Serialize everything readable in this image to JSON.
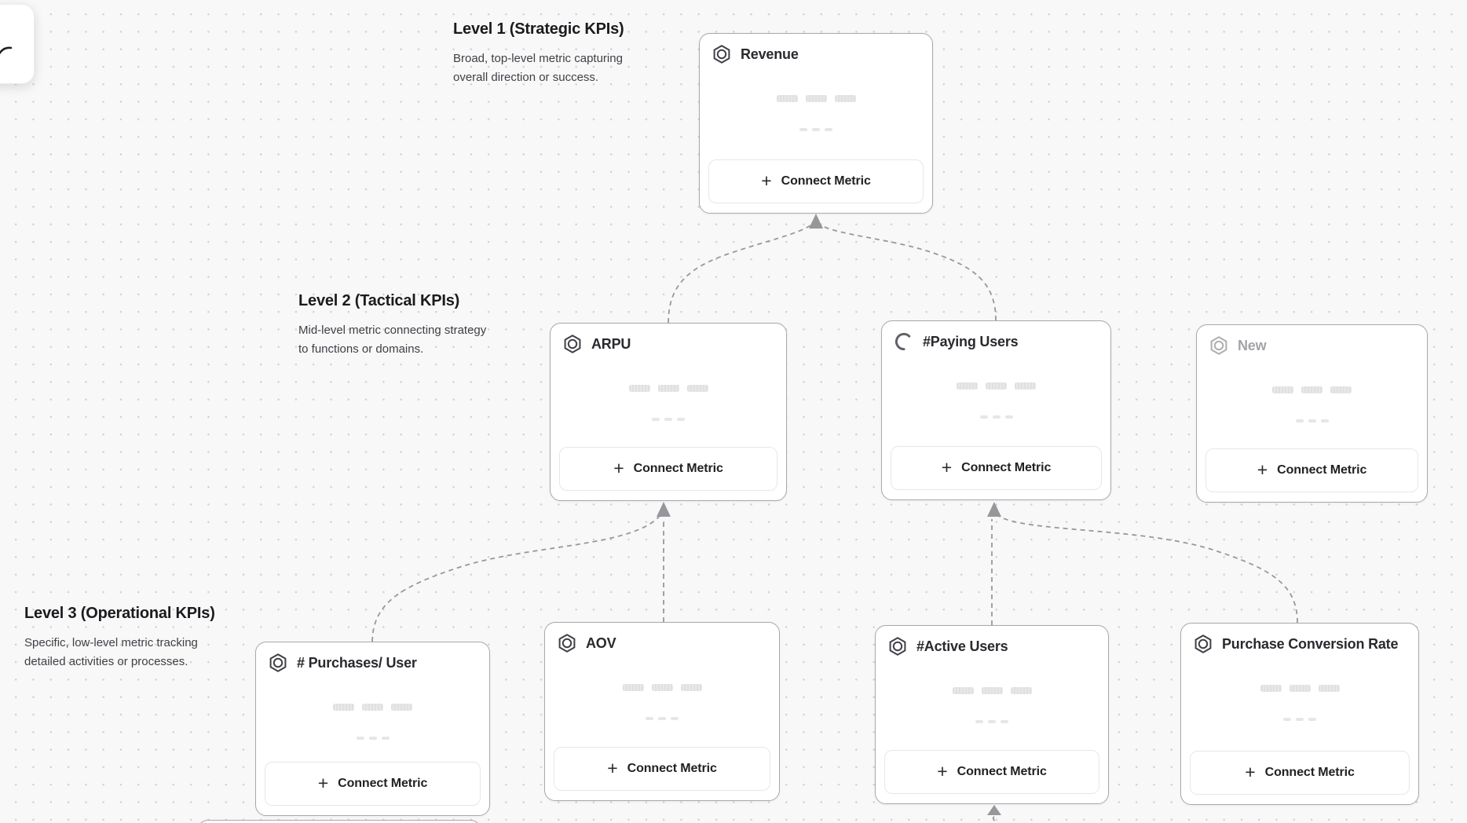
{
  "canvas": {
    "background_color": "#f8f8f8",
    "dot_color": "#d2d2d4",
    "connector_color": "#98989d"
  },
  "labels": {
    "connect_metric": "Connect Metric",
    "plus": "+"
  },
  "toolbar": {
    "tool_icon": "cursor-icon"
  },
  "levels": [
    {
      "title": "Level 1 (Strategic KPIs)",
      "description": "Broad, top-level metric capturing overall direction or success."
    },
    {
      "title": "Level 2 (Tactical KPIs)",
      "description": "Mid-level metric connecting strategy to functions or domains."
    },
    {
      "title": "Level 3 (Operational KPIs)",
      "description": "Specific, low-level metric tracking detailed activities or processes."
    }
  ],
  "cards": [
    {
      "title": "Revenue",
      "icon": "hexagon-metric-icon",
      "state": "default"
    },
    {
      "title": "ARPU",
      "icon": "hexagon-metric-icon",
      "state": "default"
    },
    {
      "title": "#Paying Users",
      "icon": "spinner-icon",
      "state": "loading"
    },
    {
      "title": "New",
      "icon": "hexagon-metric-icon",
      "state": "draft"
    },
    {
      "title": "# Purchases/ User",
      "icon": "hexagon-metric-icon",
      "state": "default"
    },
    {
      "title": "AOV",
      "icon": "hexagon-metric-icon",
      "state": "default"
    },
    {
      "title": "#Active Users",
      "icon": "hexagon-metric-icon",
      "state": "default"
    },
    {
      "title": "Purchase Conversion Rate",
      "icon": "hexagon-metric-icon",
      "state": "default"
    }
  ]
}
